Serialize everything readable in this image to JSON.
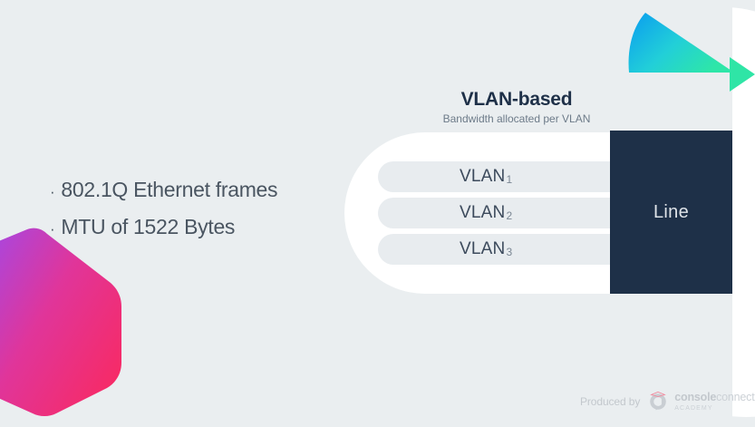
{
  "slide": {
    "background_color": "#eaeef0",
    "white_color": "#ffffff"
  },
  "bullets": {
    "marker": "·",
    "items": [
      {
        "text": "802.1Q Ethernet frames"
      },
      {
        "text": "MTU of 1522 Bytes"
      }
    ]
  },
  "diagram": {
    "title": "VLAN-based",
    "subtitle": "Bandwidth allocated per VLAN",
    "title_color": "#1e3048",
    "pills": [
      {
        "name": "VLAN",
        "index": "1"
      },
      {
        "name": "VLAN",
        "index": "2"
      },
      {
        "name": "VLAN",
        "index": "3"
      }
    ],
    "line_box": {
      "label": "Line",
      "color": "#1e3048",
      "text_color": "#dfe4e9"
    }
  },
  "decorations": {
    "teal_wedge": {
      "name": "teal-wedge-shape",
      "gradient_from": "#0a9cf0",
      "gradient_mid": "#22cfd8",
      "gradient_to": "#2ee6a8"
    },
    "teal_triangle": {
      "name": "teal-triangle-shape",
      "color": "#2fe5a6"
    },
    "magenta_polygon": {
      "name": "magenta-polygon-shape",
      "gradient_from": "#a champion",
      "gradient_start": "#a54ef0",
      "gradient_end": "#f4246c"
    }
  },
  "footer": {
    "produced_by": "Produced by",
    "logo": {
      "bold_part": "console",
      "light_part": "connect",
      "academy": "ACADEMY",
      "cap_color": "#f08a9e",
      "mark_color": "#c9ced3"
    }
  }
}
